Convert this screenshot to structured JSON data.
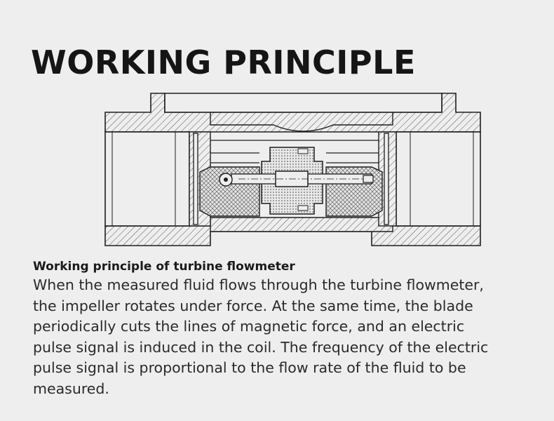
{
  "title": "WORKING PRINCIPLE",
  "diagram": {
    "subject": "turbine flowmeter cross-section",
    "line_color": "#1e1e1e",
    "hatch_color": "#555555",
    "background": "#efeeee"
  },
  "description": {
    "heading": "Working principle of turbine flowmeter",
    "lines": [
      "When the measured fluid flows through the turbine flowmeter,",
      "the impeller rotates under force. At the same time, the blade",
      "periodically cuts the lines of magnetic force, and an electric",
      "pulse signal is induced in the coil. The frequency of the electric",
      "pulse signal is proportional to the flow rate of the fluid to be",
      "measured."
    ]
  }
}
